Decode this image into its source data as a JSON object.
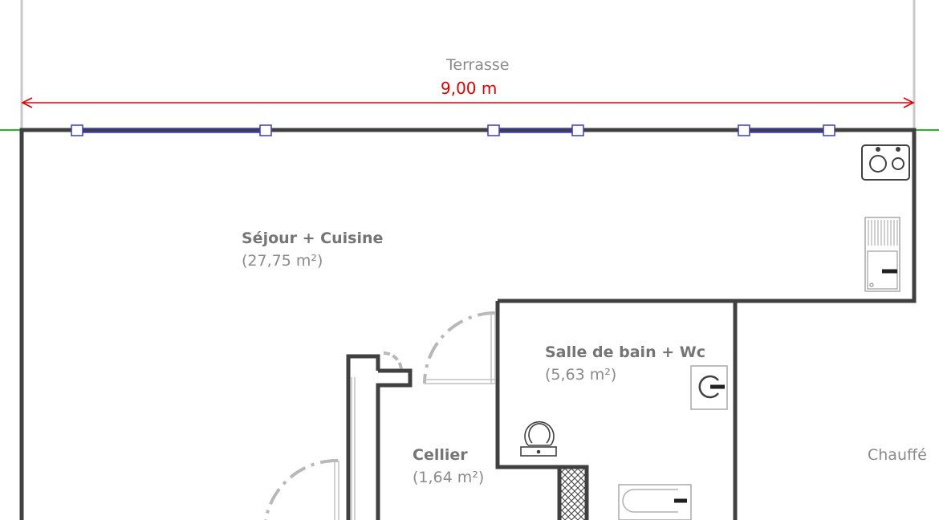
{
  "plan": {
    "terrace_label": "Terrasse",
    "dimension_label": "9,00 m",
    "outside_label": "Chauffé",
    "rooms": [
      {
        "name": "Séjour + Cuisine",
        "area": "(27,75 m²)"
      },
      {
        "name": "Salle de bain + Wc",
        "area": "(5,63 m²)"
      },
      {
        "name": "Cellier",
        "area": "(1,64 m²)"
      }
    ]
  },
  "colors": {
    "wall": "#404040",
    "dimension": "#e00000",
    "window": "#3a3ad0",
    "exterior_line": "#22bb22",
    "door_swing": "#b8b8b8",
    "guide_line": "#c8c8c8",
    "label_text": "#8a8a8a"
  }
}
